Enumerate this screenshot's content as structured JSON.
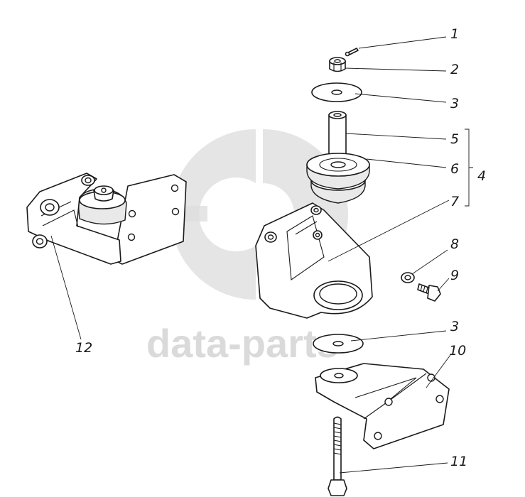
{
  "watermark": {
    "text": "data-parts",
    "color": "#d4d4d4"
  },
  "callouts": {
    "c1": "1",
    "c2": "2",
    "c3_top": "3",
    "c5": "5",
    "c6": "6",
    "c4": "4",
    "c7": "7",
    "c8": "8",
    "c9": "9",
    "c3_bottom": "3",
    "c10": "10",
    "c11": "11",
    "c12": "12"
  }
}
